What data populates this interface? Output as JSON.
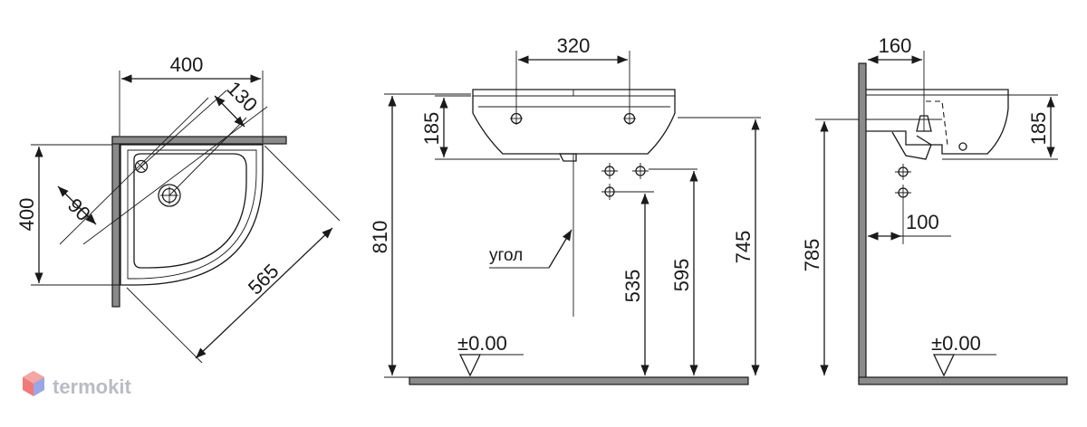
{
  "brand": {
    "name": "termokit",
    "colors": {
      "accent": "#f07a78",
      "accent_2": "#9aa6e8",
      "text": "#b9bcc4"
    }
  },
  "top_view": {
    "width": "400",
    "depth": "400",
    "offset": "130",
    "angle": "90",
    "diagonal": "565"
  },
  "front_view": {
    "hole_spacing": "320",
    "height_185": "185",
    "total_height": "810",
    "corner_label": "угол",
    "height_535": "535",
    "height_595": "595",
    "height_745": "745",
    "floor_level": "±0.00"
  },
  "side_view": {
    "projection": "160",
    "height_185": "185",
    "offset_100": "100",
    "height_785": "785",
    "floor_level": "±0.00"
  }
}
